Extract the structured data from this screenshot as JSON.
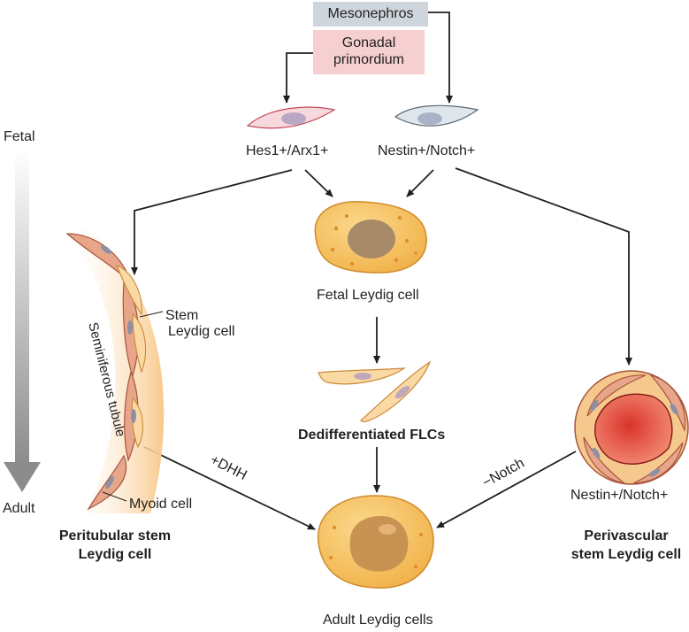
{
  "boxes": {
    "mesonephros": "Mesonephros",
    "gonadal_line1": "Gonadal",
    "gonadal_line2": "primordium"
  },
  "timeline": {
    "start": "Fetal",
    "end": "Adult"
  },
  "progenitors": {
    "left": "Hes1+/Arx1+",
    "right": "Nestin+/Notch+"
  },
  "cells": {
    "fetal_leydig": "Fetal Leydig cell",
    "dedifferentiated": "Dedifferentiated FLCs",
    "adult_leydig": "Adult Leydig cells",
    "stem_line1": "Stem",
    "stem_line2": "Leydig cell",
    "myoid": "Myoid cell",
    "tubule": "Seminiferous tubule",
    "perivascular_marker": "Nestin+/Notch+"
  },
  "groups": {
    "peritubular_line1": "Peritubular stem",
    "peritubular_line2": "Leydig cell",
    "perivascular_line1": "Perivascular",
    "perivascular_line2": "stem Leydig cell"
  },
  "signals": {
    "dhh": "+DHH",
    "notch": "−Notch"
  },
  "colors": {
    "mesonephros_box": "#ced6dc",
    "gonadal_box": "#f6cfd0",
    "cell_fill": "#f5be5c",
    "nucleus": "#a88a69",
    "vessel": "#d6312b",
    "fetal_arrow": "#8f8f8f"
  }
}
